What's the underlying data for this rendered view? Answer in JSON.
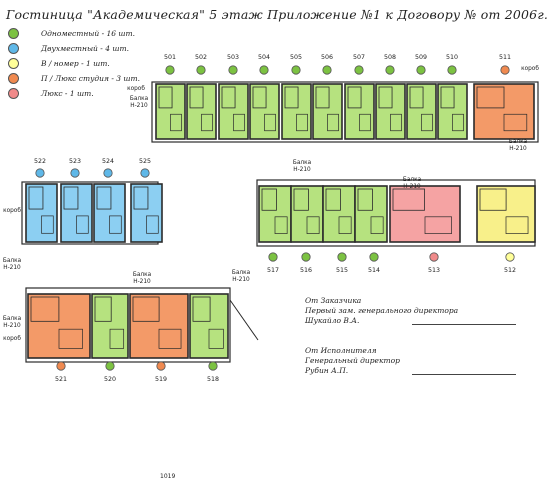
{
  "title": "Гостиница \"Академическая\"   5  этаж  Приложение №1 к Договору №     от              2006г.",
  "legend": [
    {
      "label": "Одноместный  -  16 шт.",
      "color": "#7cc242"
    },
    {
      "label": "Двухместный  -  4 шт.",
      "color": "#5fb8e8"
    },
    {
      "label": "В / номер -  1 шт.",
      "color": "#ffff99"
    },
    {
      "label": "П / Люкс  студия - 3 шт.",
      "color": "#f08a50"
    },
    {
      "label": "Люкс - 1 шт.",
      "color": "#f08a8a"
    }
  ],
  "colors": {
    "single": "#b6e27f",
    "double": "#8ccff2",
    "suite_studio": "#f39a68",
    "lux": "#f5a3a3",
    "vip": "#f8f08a",
    "wall": "#2b2b2b"
  },
  "rooms": {
    "top_row": [
      "501",
      "502",
      "503",
      "504",
      "505",
      "506",
      "507",
      "508",
      "509",
      "510",
      "511"
    ],
    "left_row": [
      "522",
      "523",
      "524",
      "525"
    ],
    "middle_row": [
      "517",
      "516",
      "515",
      "514",
      "513",
      "512"
    ],
    "bottom_row": [
      "521",
      "520",
      "519",
      "518"
    ]
  },
  "beam_label": [
    "Балка",
    "Н-210"
  ],
  "shaft_label": "короб",
  "signatures": {
    "customer": [
      "От Заказчика",
      "Первый зам. генерального директора",
      "Шукайло В.А."
    ],
    "contractor": [
      "От Исполнителя",
      "Генеральный директор",
      "Рубин А.П."
    ]
  },
  "page_number": "1019"
}
